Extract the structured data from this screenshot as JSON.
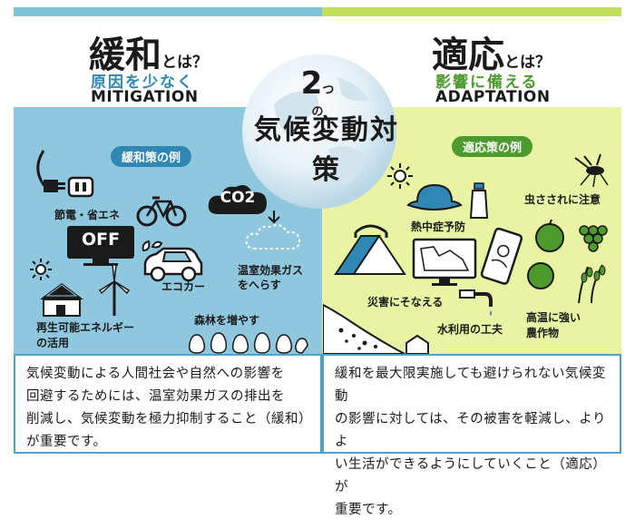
{
  "left": {
    "title_kanji": "緩和",
    "title_toha": "とは？",
    "subtitle": "原因を少なく",
    "english": "MITIGATION",
    "examples_label": "緩和策の例",
    "items": {
      "power_saving": "節電・省エネ",
      "off_sign": "OFF",
      "co2_bubble": "CO2",
      "eco_car": "エコカー",
      "ghg_reduce_1": "温室効果ガス",
      "ghg_reduce_2": "をへらす",
      "renewable_1": "再生可能エネルギー",
      "renewable_2": "の活用",
      "forest": "森林を増やす"
    },
    "description_lines": [
      "気候変動による人間社会や自然への影響を",
      "回避するためには、温室効果ガスの排出を",
      "削減し、気候変動を極力抑制すること（緩和）",
      "が重要です。"
    ]
  },
  "right": {
    "title_kanji": "適応",
    "title_toha": "とは？",
    "subtitle": "影響に備える",
    "english": "ADAPTATION",
    "examples_label": "適応策の例",
    "items": {
      "insects": "虫さされに注意",
      "heatstroke": "熱中症予防",
      "disaster": "災害にそなえる",
      "water": "水利用の工夫",
      "crops_1": "高温に強い",
      "crops_2": "農作物"
    },
    "description_lines": [
      "緩和を最大限実施しても避けられない気候変動",
      "の影響に対しては、その被害を軽減し、よりよ",
      "い生活ができるようにしていくこと（適応）が",
      "重要です。"
    ]
  },
  "center": {
    "number": "2",
    "tsu": "つの",
    "title": "気候変動対策"
  },
  "colors": {
    "mitigation_bg": "#8fc8de",
    "adaptation_bg": "#e8f3a3",
    "mitigation_accent": "#2f87b4",
    "adaptation_accent": "#4d9a2e"
  }
}
